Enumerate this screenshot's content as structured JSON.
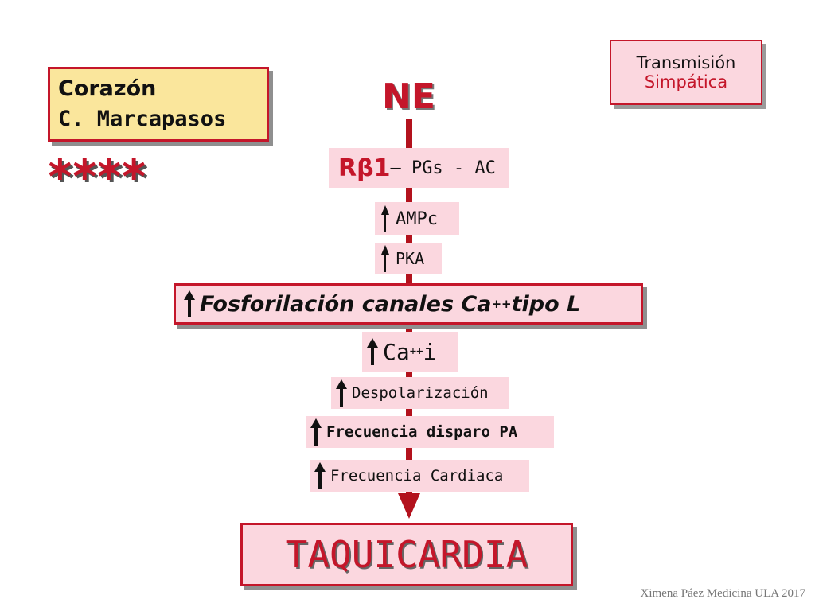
{
  "top_right": {
    "line1": "Transmisión",
    "line2": "Simpática"
  },
  "location": {
    "line1": "Corazón",
    "line2": "C. Marcapasos"
  },
  "stars": "****",
  "neurotransmitter": "NE",
  "receptor": {
    "main": "Rβ1",
    "rest": " – PGs - AC"
  },
  "steps": {
    "ampc": "AMPc",
    "pka": "PKA",
    "fosforilacion": {
      "text": "Fosforilación canales Ca",
      "sup": "++",
      "tail": " tipo L"
    },
    "ca": {
      "text": "Ca",
      "sup": "++",
      "tail": " i"
    },
    "despolarizacion": "Despolarización",
    "frecuencia_pa": "Frecuencia disparo PA",
    "frecuencia_cardiaca": "Frecuencia Cardiaca"
  },
  "result": "TAQUICARDIA",
  "footer": "Ximena Páez Medicina ULA 2017",
  "colors": {
    "accent_red": "#c4162a",
    "pink": "#fbd7df",
    "yellow": "#fae69c"
  }
}
